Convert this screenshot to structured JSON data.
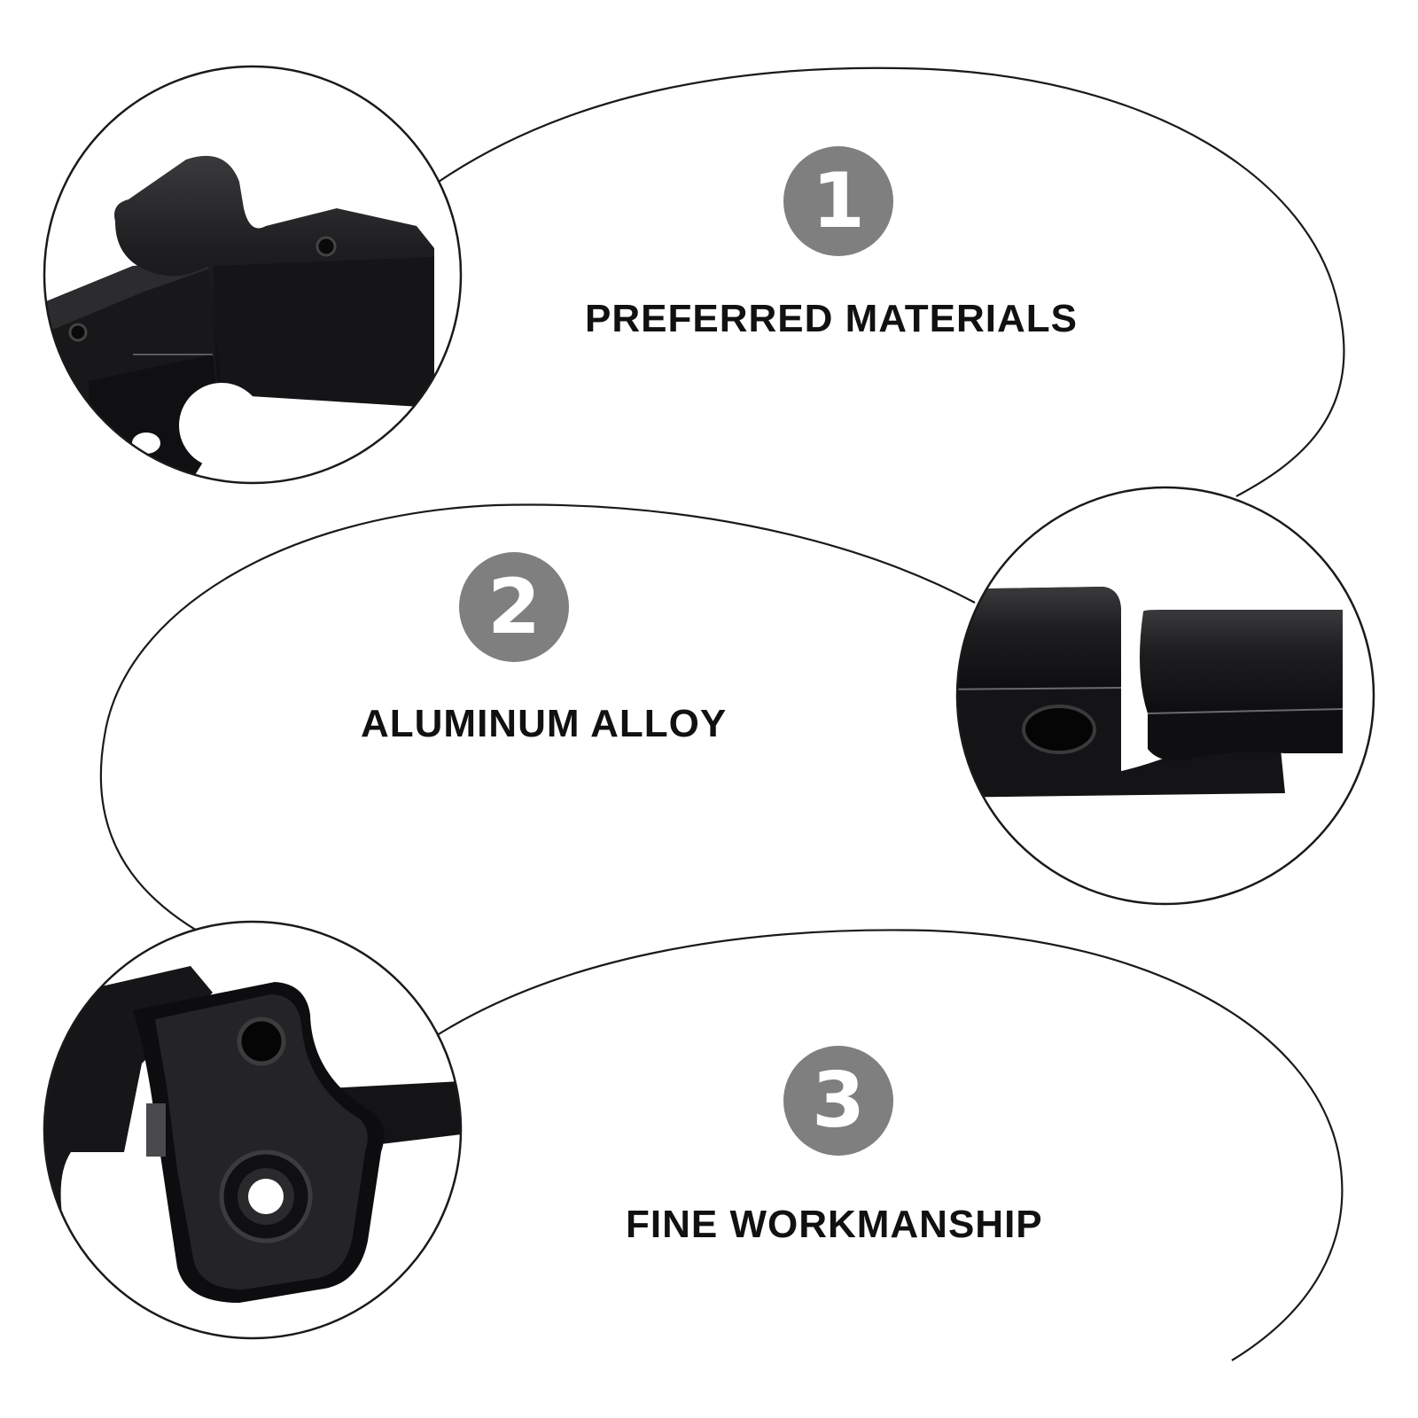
{
  "features": [
    {
      "number": "1",
      "label": "PREFERRED MATERIALS"
    },
    {
      "number": "2",
      "label": "ALUMINUM ALLOY"
    },
    {
      "number": "3",
      "label": "FINE WORKMANSHIP"
    }
  ],
  "colors": {
    "background": "#ffffff",
    "badge": "#7f7f7f",
    "badge_text": "#ffffff",
    "label_text": "#111111",
    "outline": "#1a1a1a",
    "metal": "#1c1c1e"
  },
  "product_photos": [
    {
      "name": "hinge-top-closeup"
    },
    {
      "name": "hinge-side-closeup"
    },
    {
      "name": "hinge-plate-closeup"
    }
  ]
}
